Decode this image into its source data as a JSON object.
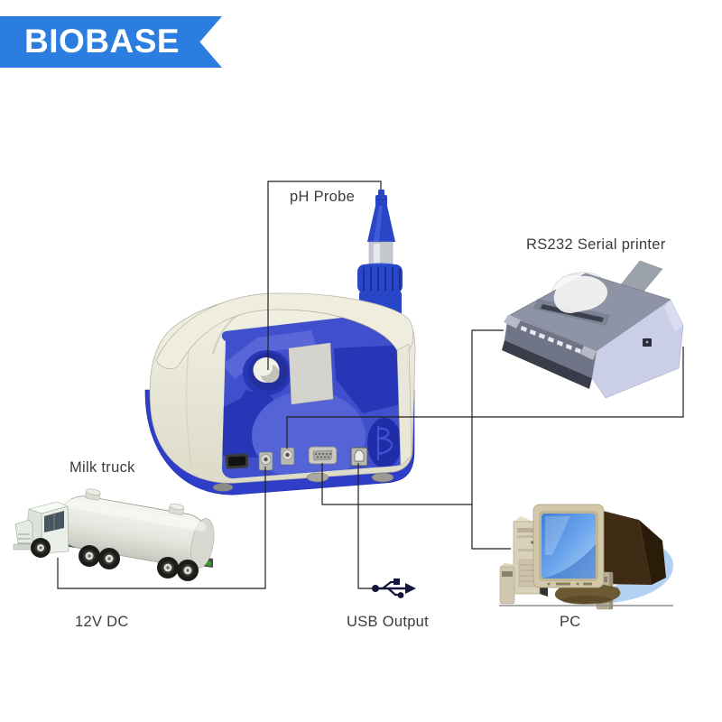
{
  "logo": {
    "text": "BIOBASE",
    "bg_color": "#2b7de0",
    "text_color": "#ffffff"
  },
  "labels": {
    "ph_probe": "pH Probe",
    "serial_printer": "RS232 Serial printer",
    "milk_truck": "Milk truck",
    "power": "12V DC",
    "usb_output": "USB Output",
    "pc": "PC"
  },
  "icons": {
    "usb": "usb-trident-icon",
    "device_ports": [
      "power-switch",
      "dc-connector",
      "aux-connector",
      "rs232-db9-port",
      "usb-b-port"
    ]
  },
  "colors": {
    "brand_blue": "#2b7de0",
    "device_panel_blue": "#4050cc",
    "device_panel_dark": "#2636b6",
    "device_panel_light": "#5464d6",
    "device_body_cream": "#ecebdb",
    "device_base_blue": "#2e3ec8",
    "probe_blue": "#2a46c8",
    "truck_stripe_green": "#2fa31f",
    "printer_top_gray": "#8e94a5",
    "printer_side_lavender": "#cacee7",
    "pc_screen_blue": "#4e8ce2",
    "pc_shadow_blue": "#a9cbf0",
    "pc_case_beige": "#d3c8aa",
    "line_color": "#1f1f1f",
    "label_text": "#3b3b3b",
    "background": "#ffffff"
  }
}
